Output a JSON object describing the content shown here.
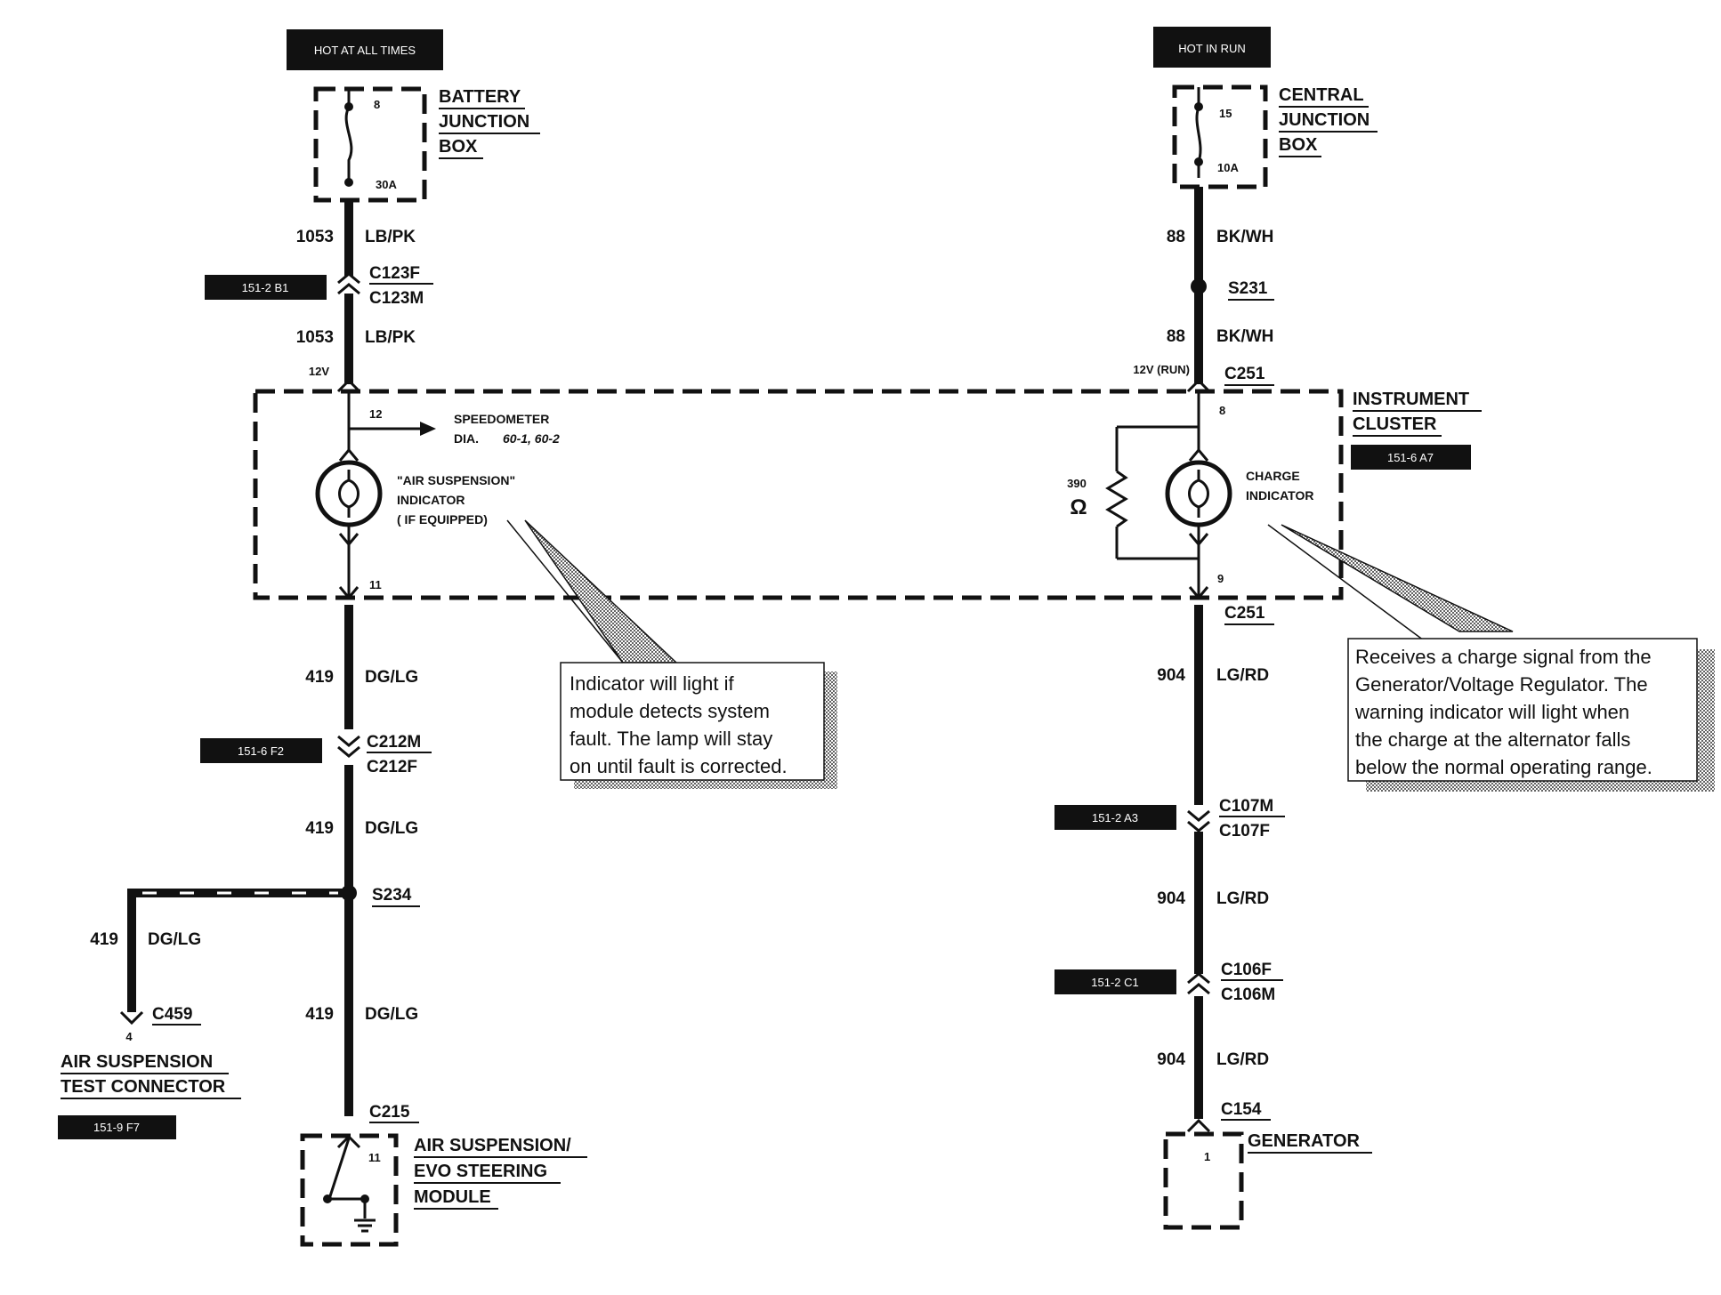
{
  "power": {
    "left": "HOT AT ALL TIMES",
    "right": "HOT IN RUN"
  },
  "battery_junction_box": {
    "name_lines": [
      "BATTERY",
      "JUNCTION",
      "BOX"
    ],
    "fuse_number": "8",
    "fuse_rating": "30A"
  },
  "central_junction_box": {
    "name_lines": [
      "CENTRAL",
      "JUNCTION",
      "BOX"
    ],
    "fuse_number": "15",
    "fuse_rating": "10A"
  },
  "left_circuit": {
    "wire_a": {
      "circuit": "1053",
      "color": "LB/PK"
    },
    "connector_top": "C123F",
    "connector_bottom": "C123M",
    "connector_ref": "151-2 B1",
    "wire_b": {
      "circuit": "1053",
      "color": "LB/PK"
    },
    "voltage": "12V",
    "pin_in": "12",
    "speedometer_lines": [
      "SPEEDOMETER",
      "DIA."
    ],
    "speedometer_ref": "60-1, 60-2",
    "indicator_lines": [
      "\"AIR SUSPENSION\"",
      "INDICATOR",
      "( IF EQUIPPED)"
    ],
    "pin_out": "11",
    "wire_c": {
      "circuit": "419",
      "color": "DG/LG"
    },
    "connector2_top": "C212M",
    "connector2_bottom": "C212F",
    "connector2_ref": "151-6 F2",
    "wire_d": {
      "circuit": "419",
      "color": "DG/LG"
    },
    "splice": "S234",
    "branch_wire": {
      "circuit": "419",
      "color": "DG/LG"
    },
    "branch_connector": "C459",
    "branch_pin": "4",
    "test_connector_lines": [
      "AIR SUSPENSION",
      "TEST CONNECTOR"
    ],
    "test_connector_ref": "151-9 F7",
    "wire_e": {
      "circuit": "419",
      "color": "DG/LG"
    },
    "module_connector": "C215",
    "module_pin": "11",
    "module_lines": [
      "AIR SUSPENSION/",
      "EVO STEERING",
      "MODULE"
    ]
  },
  "right_circuit": {
    "wire_a": {
      "circuit": "88",
      "color": "BK/WH"
    },
    "splice": "S231",
    "wire_b": {
      "circuit": "88",
      "color": "BK/WH"
    },
    "voltage": "12V (RUN)",
    "cluster_connector_top": "C251",
    "pin_in": "8",
    "resistor_value": "390",
    "resistor_unit": "Ω",
    "indicator_lines": [
      "CHARGE",
      "INDICATOR"
    ],
    "pin_out": "9",
    "cluster_connector_bottom": "C251",
    "wire_c": {
      "circuit": "904",
      "color": "LG/RD"
    },
    "connector2_top": "C107M",
    "connector2_bottom": "C107F",
    "connector2_ref": "151-2 A3",
    "wire_d": {
      "circuit": "904",
      "color": "LG/RD"
    },
    "connector3_top": "C106F",
    "connector3_bottom": "C106M",
    "connector3_ref": "151-2 C1",
    "wire_e": {
      "circuit": "904",
      "color": "LG/RD"
    },
    "generator_connector": "C154",
    "generator_pin": "1",
    "generator": "GENERATOR"
  },
  "instrument_cluster": {
    "name_lines": [
      "INSTRUMENT",
      "CLUSTER"
    ],
    "ref": "151-6 A7"
  },
  "notes": {
    "air_suspension": [
      "Indicator will light if",
      "module detects system",
      "fault.  The lamp will stay",
      "on until fault is corrected."
    ],
    "charge": [
      "Receives a charge signal from the",
      "Generator/Voltage Regulator. The",
      "warning indicator will light when",
      "the charge at the alternator falls",
      "below the normal operating range."
    ]
  }
}
